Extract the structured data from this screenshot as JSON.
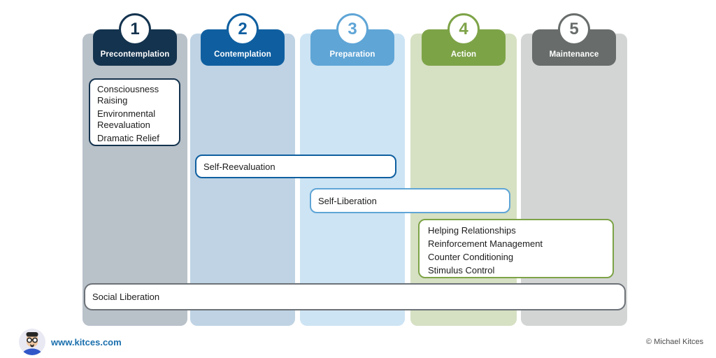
{
  "stages": [
    {
      "number": "1",
      "label": "Precontemplation",
      "header_color": "#14334e",
      "column_color": "#b9c1c9"
    },
    {
      "number": "2",
      "label": "Contemplation",
      "header_color": "#0f5fa0",
      "column_color": "#bfd3e4"
    },
    {
      "number": "3",
      "label": "Preparation",
      "header_color": "#5fa5d6",
      "column_color": "#cde4f4"
    },
    {
      "number": "4",
      "label": "Action",
      "header_color": "#7da347",
      "column_color": "#d6e0c3"
    },
    {
      "number": "5",
      "label": "Maintenance",
      "header_color": "#686d6b",
      "column_color": "#d3d5d5"
    }
  ],
  "boxes": {
    "precontemplation_processes": {
      "border_color": "#14334e",
      "lines": [
        "Consciousness Raising",
        "Environmental Reevaluation",
        "Dramatic Relief"
      ]
    },
    "self_reevaluation": {
      "border_color": "#0f5fa0",
      "label": "Self-Reevaluation"
    },
    "self_liberation": {
      "border_color": "#5fa5d6",
      "label": "Self-Liberation"
    },
    "action_processes": {
      "border_color": "#7da347",
      "lines": [
        "Helping Relationships",
        "Reinforcement Management",
        "Counter Conditioning",
        "Stimulus Control"
      ]
    },
    "social_liberation": {
      "border_color": "#6d7278",
      "label": "Social Liberation"
    }
  },
  "footer": {
    "website": "www.kitces.com",
    "website_color": "#1a6fad",
    "copyright": "© Michael Kitces",
    "copyright_color": "#4c4c4c"
  }
}
